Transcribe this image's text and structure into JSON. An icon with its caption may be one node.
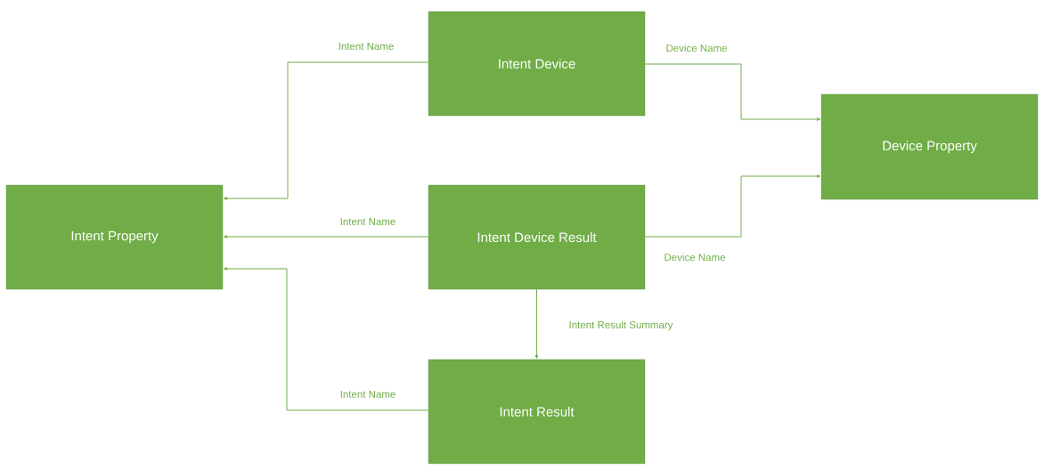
{
  "diagram": {
    "nodes": [
      {
        "text": [
          "Intent Device"
        ]
      },
      {
        "text": [
          "Device Property"
        ]
      },
      {
        "text": [
          "Intent Property"
        ]
      },
      {
        "text": [
          "Intent Device Result"
        ]
      },
      {
        "text": [
          "Intent Result"
        ]
      }
    ],
    "edges": [
      {
        "from": 0,
        "to": 2,
        "arrow": "to",
        "label": "Intent Name"
      },
      {
        "from": 0,
        "to": 1,
        "arrow": "to",
        "label": "Device Name"
      },
      {
        "from": 3,
        "to": 2,
        "arrow": "to",
        "label": "Intent Name"
      },
      {
        "from": 3,
        "to": 1,
        "arrow": "to",
        "label": "Device Name"
      },
      {
        "from": 3,
        "to": 4,
        "arrow": "to",
        "label": "Intent Result Summary"
      },
      {
        "from": 4,
        "to": 2,
        "arrow": "to",
        "label": "Intent Name"
      }
    ]
  }
}
